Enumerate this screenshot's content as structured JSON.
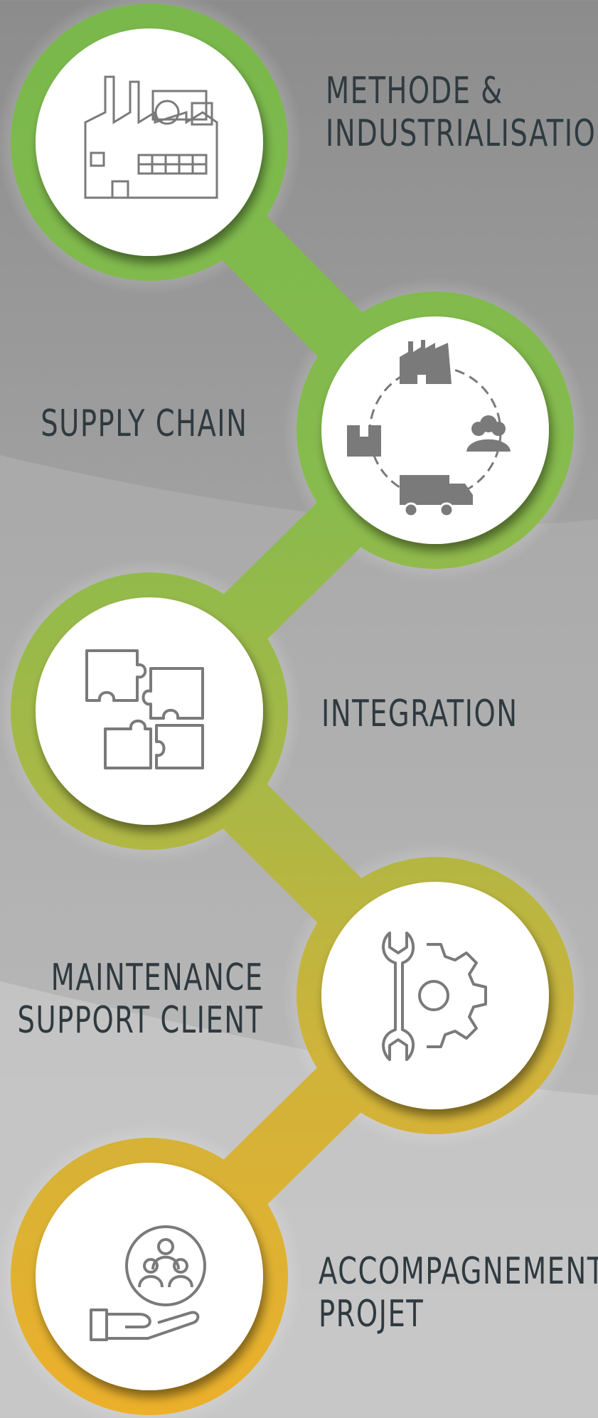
{
  "colors": {
    "step1": "#79b84c",
    "step2": "#7fba4e",
    "step3": "#a5b847",
    "step4": "#cdb33b",
    "step5": "#e9b22c",
    "icon": "#7a7a7a",
    "text": "#2f3a40"
  },
  "steps": [
    {
      "lines": [
        "METHODE &",
        "INDUSTRIALISATION"
      ],
      "icon": "factory-icon"
    },
    {
      "lines": [
        "SUPPLY CHAIN"
      ],
      "icon": "supply-chain-cycle-icon"
    },
    {
      "lines": [
        "INTEGRATION"
      ],
      "icon": "puzzle-icon"
    },
    {
      "lines": [
        "MAINTENANCE",
        "SUPPORT CLIENT"
      ],
      "icon": "wrench-gear-icon"
    },
    {
      "lines": [
        "ACCOMPAGNEMENT",
        "PROJET"
      ],
      "icon": "hand-people-icon"
    }
  ]
}
